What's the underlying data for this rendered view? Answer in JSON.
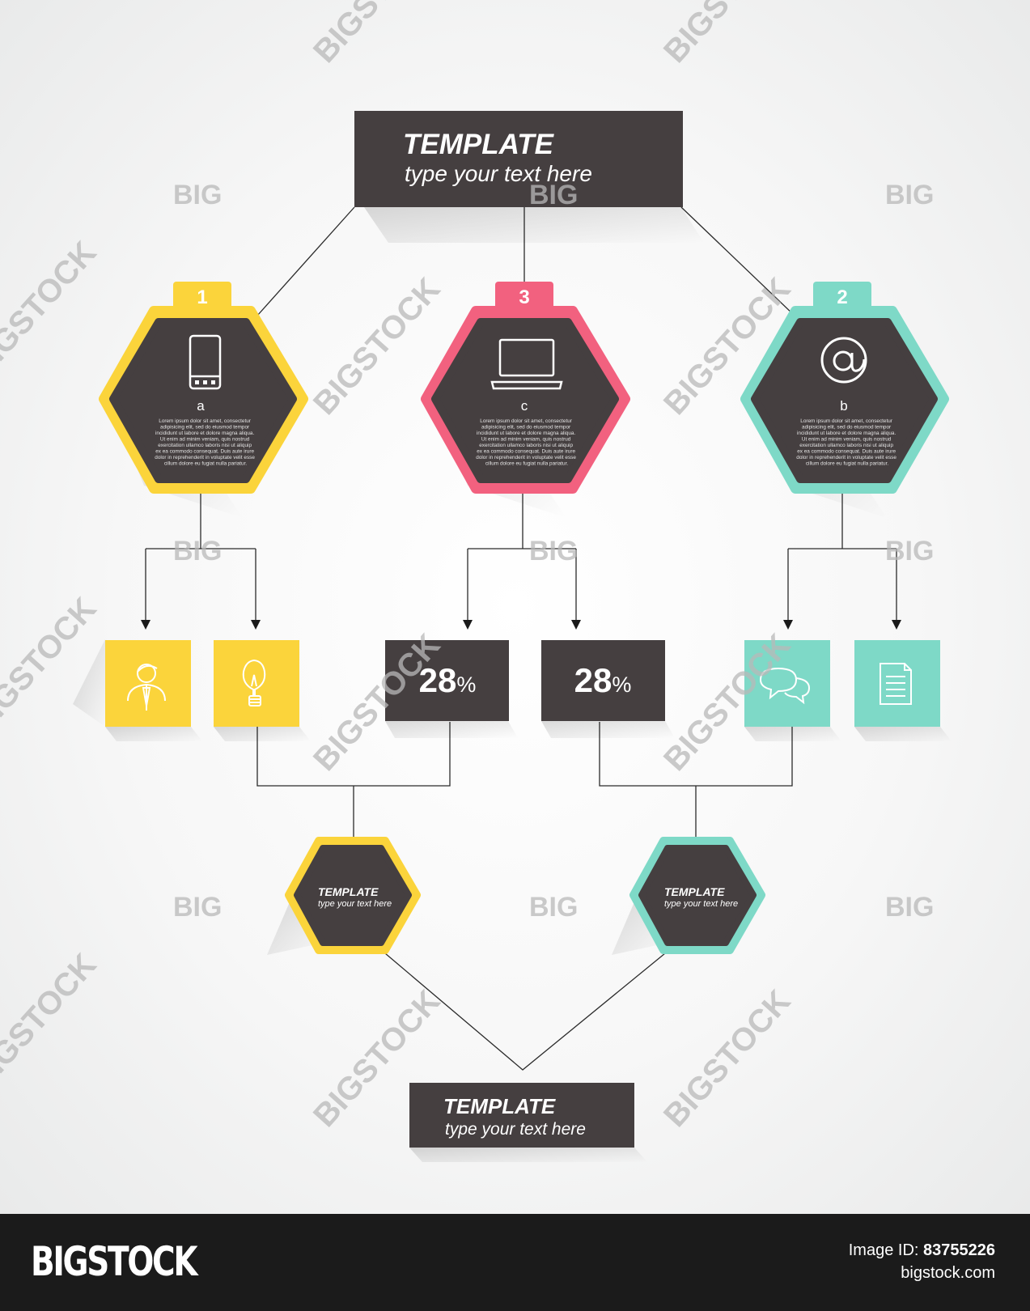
{
  "top_box": {
    "title": "TEMPLATE",
    "subtitle": "type your text here"
  },
  "bottom_box": {
    "title": "TEMPLATE",
    "subtitle": "type your text here"
  },
  "hexagons": [
    {
      "number": "1",
      "letter": "a",
      "color": "#fbd43b",
      "icon": "smartphone-icon"
    },
    {
      "number": "3",
      "letter": "c",
      "color": "#f2617f",
      "icon": "laptop-icon"
    },
    {
      "number": "2",
      "letter": "b",
      "color": "#7ed9c7",
      "icon": "at-sign-icon"
    }
  ],
  "body_text": [
    "Lorem ipsum dolor sit amet, consectetur",
    "adipisicing elit, sed do eiusmod tempor",
    "incididunt ut labore et dolore magna aliqua.",
    "Ut enim ad minim veniam, quis nostrud",
    "exercitation ullamco laboris nisi ut aliquip",
    "ex ea commodo consequat. Duis aute irure",
    "dolor in reprehenderit in voluptate velit esse",
    "cillum dolore eu fugiat nulla pariatur."
  ],
  "tiles": [
    {
      "kind": "icon",
      "icon": "businessman-icon",
      "color": "#fbd43b"
    },
    {
      "kind": "icon",
      "icon": "lightbulb-icon",
      "color": "#fbd43b"
    },
    {
      "kind": "percent",
      "value": "28",
      "unit": "%",
      "color": "#453f40"
    },
    {
      "kind": "percent",
      "value": "28",
      "unit": "%",
      "color": "#453f40"
    },
    {
      "kind": "icon",
      "icon": "chat-bubbles-icon",
      "color": "#7ed9c7"
    },
    {
      "kind": "icon",
      "icon": "document-icon",
      "color": "#7ed9c7"
    }
  ],
  "small_hexagons": [
    {
      "title": "TEMPLATE",
      "subtitle": "type your text here",
      "color": "#fbd43b"
    },
    {
      "title": "TEMPLATE",
      "subtitle": "type your text here",
      "color": "#7ed9c7"
    }
  ],
  "colors": {
    "dark": "#453f40",
    "yellow": "#fbd43b",
    "pink": "#f2617f",
    "teal": "#7ed9c7",
    "line": "#2b2b2b"
  },
  "watermark": {
    "big": "BIG",
    "bigstock": "BIGSTOCK"
  },
  "footer": {
    "logo": "BIGSTOCK",
    "image_id_label": "Image ID:",
    "image_id": "83755226",
    "site": "bigstock.com"
  }
}
